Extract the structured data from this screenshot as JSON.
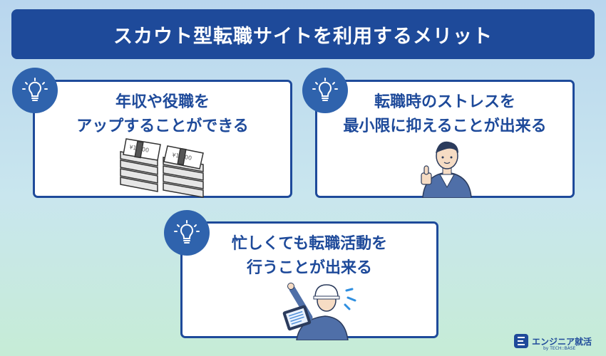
{
  "banner": {
    "title": "スカウト型転職サイトを利用するメリット"
  },
  "cards": [
    {
      "line1": "年収や役職を",
      "line2": "アップすることができる"
    },
    {
      "line1": "転職時のストレスを",
      "line2": "最小限に抑えることが出来る"
    },
    {
      "line1": "忙しくても転職活動を",
      "line2": "行うことが出来る"
    }
  ],
  "money": {
    "bill_text": "¥1,000"
  },
  "brand": {
    "name": "エンジニア就活",
    "sub": "by TECH::BASE"
  },
  "colors": {
    "navy": "#1e4a9a",
    "badge": "#2f63ad",
    "white": "#ffffff"
  },
  "icons": [
    "lightbulb-icon",
    "money-stack-icon",
    "thumbs-up-person-icon",
    "tablet-worker-icon",
    "brand-logo-icon"
  ]
}
